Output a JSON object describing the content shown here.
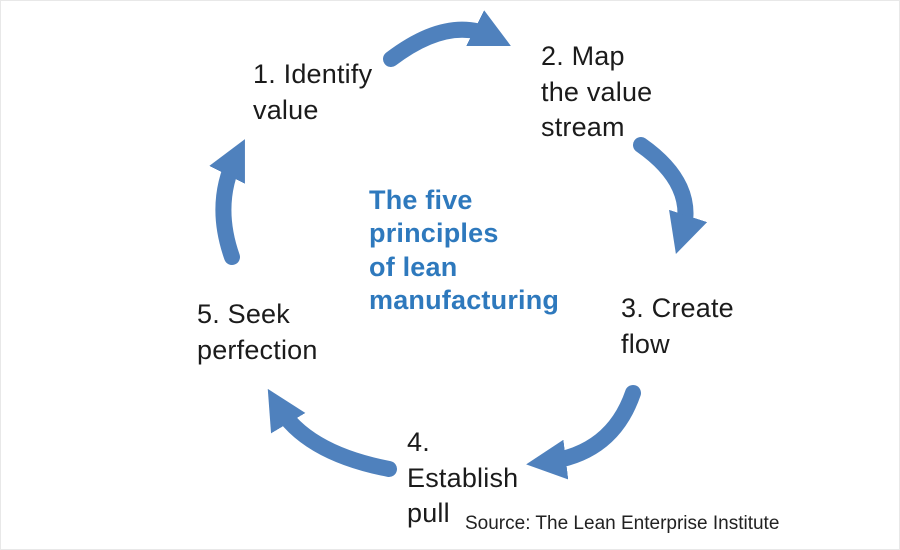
{
  "diagram": {
    "title": "The five\nprinciples\nof lean\nmanufacturing",
    "steps": [
      {
        "id": 1,
        "label": "1. Identify\nvalue"
      },
      {
        "id": 2,
        "label": "2. Map\nthe value\nstream"
      },
      {
        "id": 3,
        "label": "3. Create\nflow"
      },
      {
        "id": 4,
        "label": "4.\nEstablish\npull"
      },
      {
        "id": 5,
        "label": "5. Seek\nperfection"
      }
    ],
    "source": "Source: The Lean Enterprise Institute",
    "colors": {
      "arrow": "#4f81bd",
      "title_text": "#2e79bd",
      "step_text": "#1b1b1b",
      "background": "#ffffff"
    }
  }
}
